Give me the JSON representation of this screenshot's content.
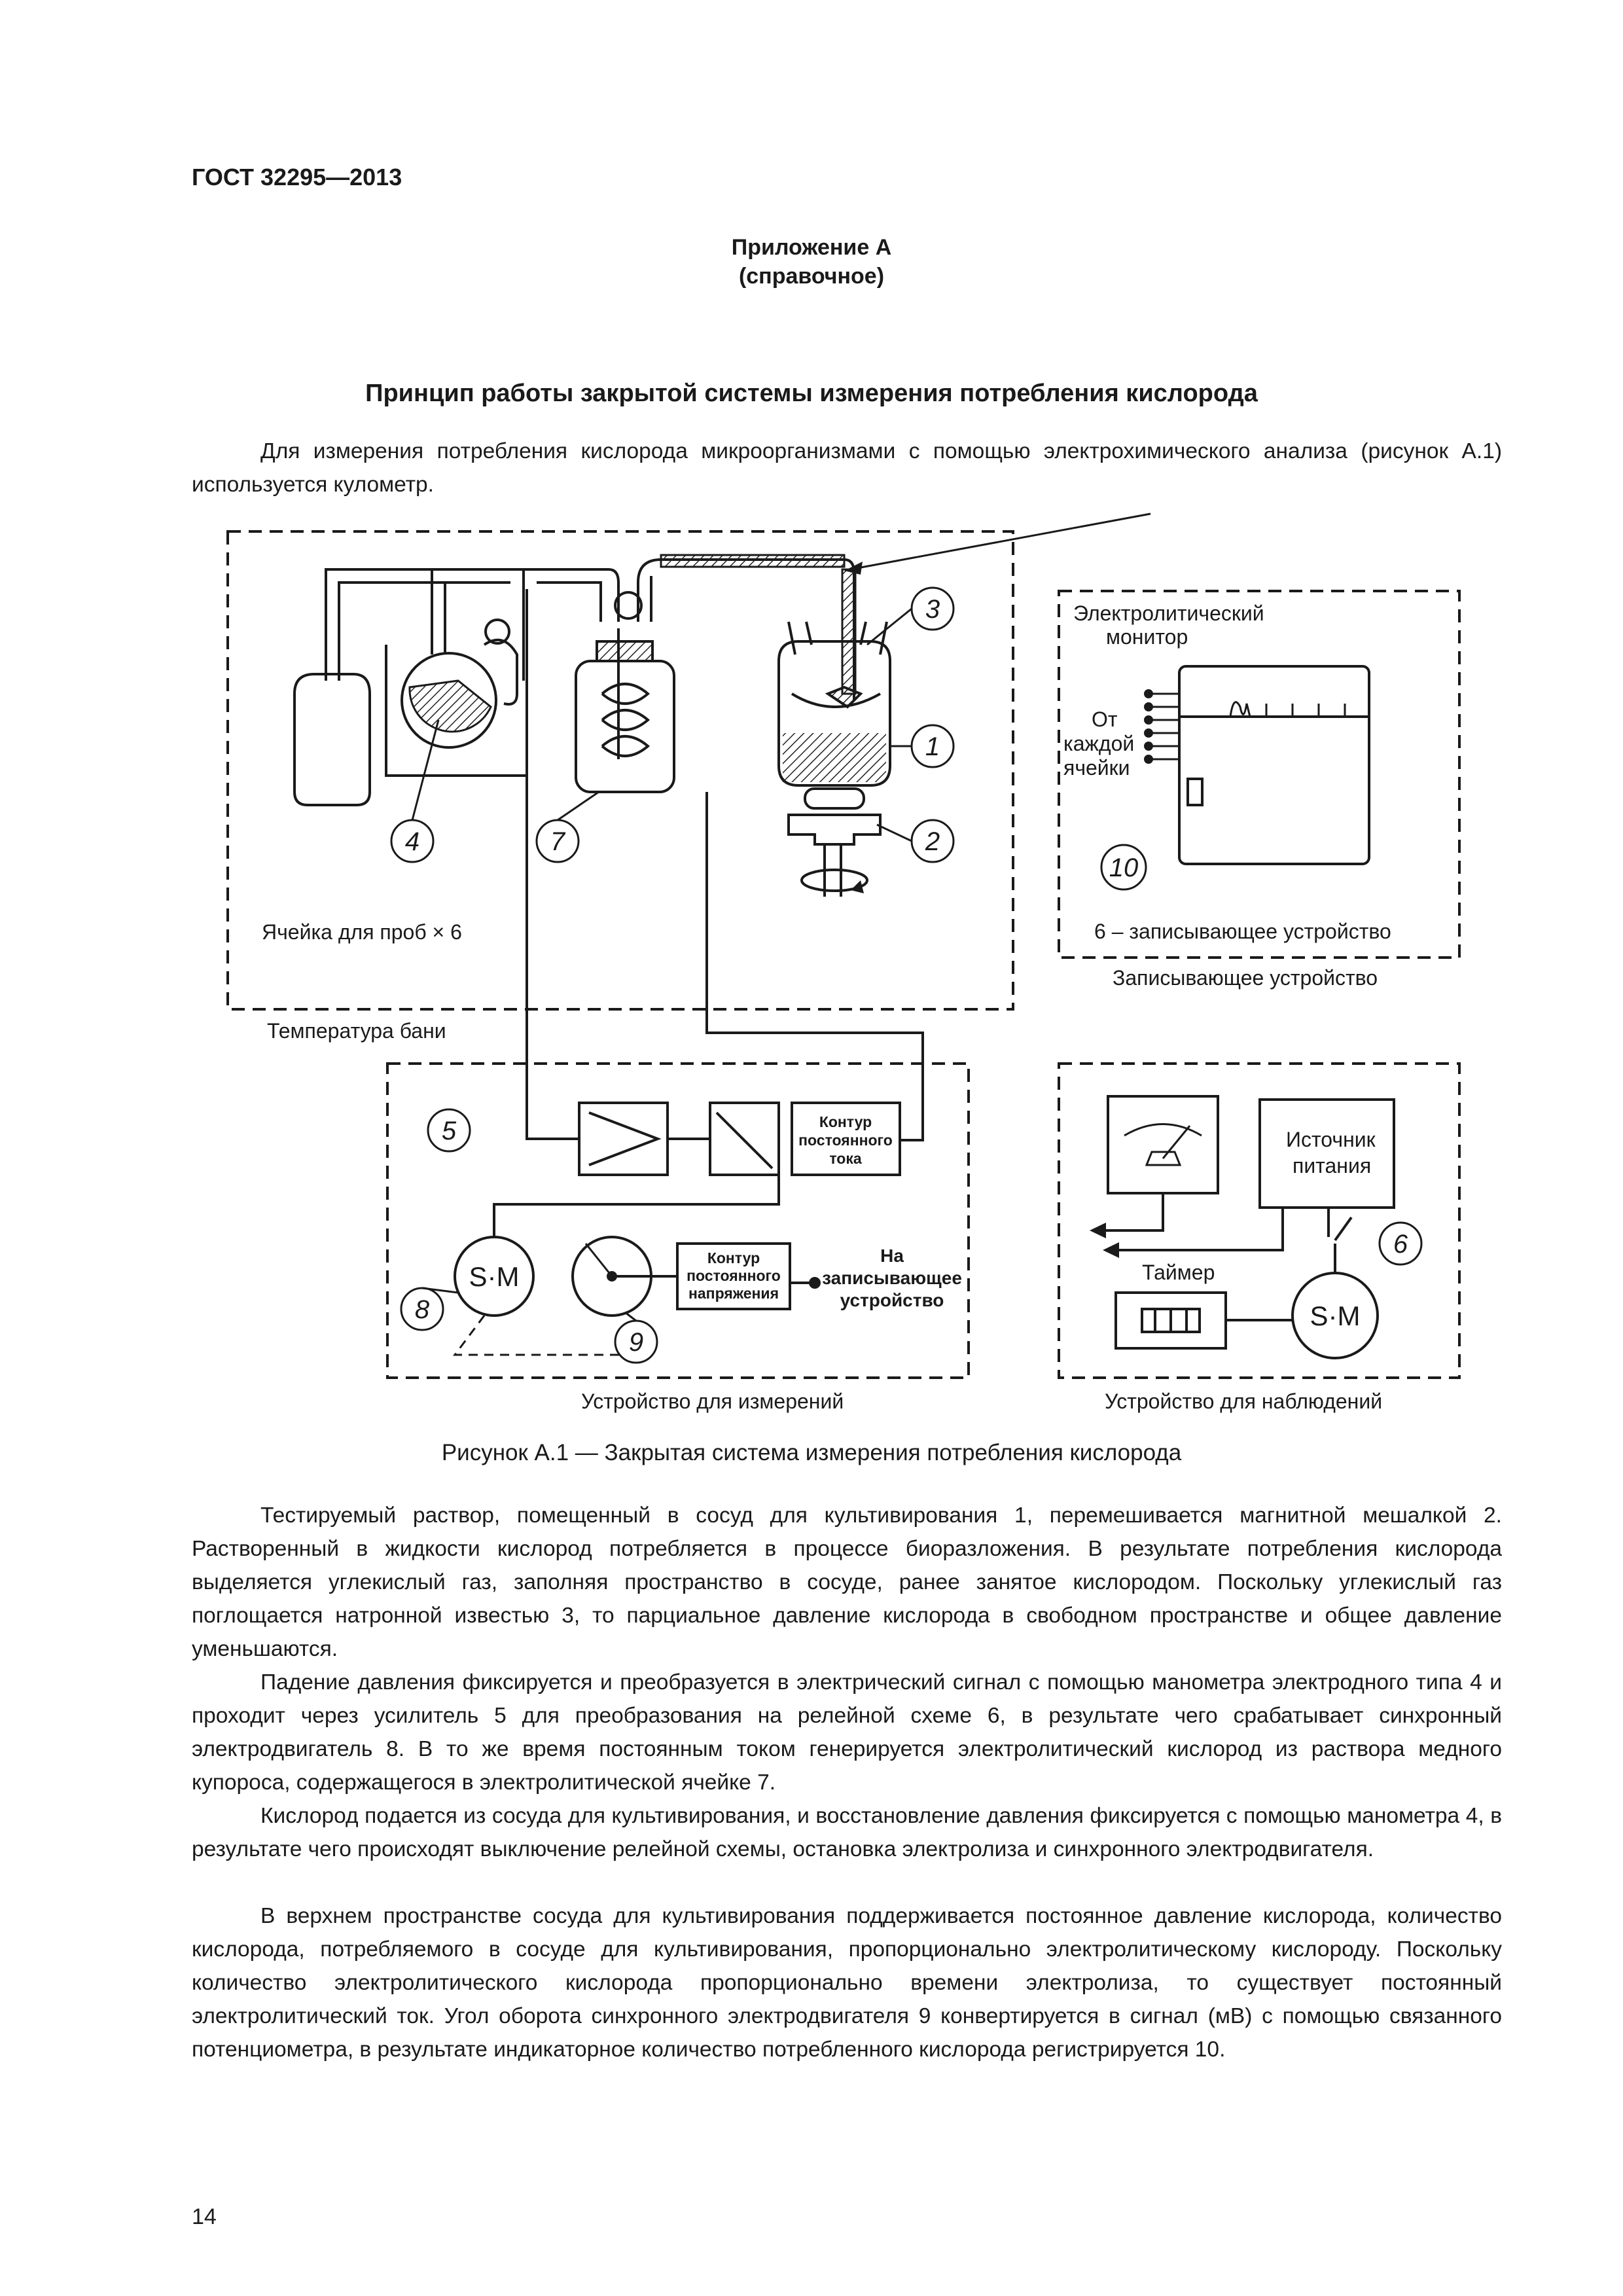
{
  "header": {
    "doc_id": "ГОСТ 32295—2013"
  },
  "appendix": {
    "line1": "Приложение А",
    "line2": "(справочное)"
  },
  "title": "Принцип работы закрытой системы измерения потребления кислорода",
  "intro": "Для измерения потребления кислорода микроорганизмами с помощью электрохимического анализа (рисунок А.1) используется кулометр.",
  "figure": {
    "labels": {
      "n1": "1",
      "n2": "2",
      "n3": "3",
      "n4": "4",
      "n5": "5",
      "n6": "6",
      "n7": "7",
      "n8": "8",
      "n9": "9",
      "n10": "10",
      "cell": "Ячейка для проб × 6",
      "bath": "Температура бани",
      "monitor1": "Электролитический",
      "monitor2": "монитор",
      "from1": "От",
      "from2": "каждой",
      "from3": "ячейки",
      "recorder6": "6 – записывающее устройство",
      "recorder": "Записывающее устройство",
      "dc_current_1": "Контур",
      "dc_current_2": "постоянного",
      "dc_current_3": "тока",
      "dc_voltage_1": "Контур",
      "dc_voltage_2": "постоянного",
      "dc_voltage_3": "напряжения",
      "to_rec_1": "На",
      "to_rec_2": "записывающее",
      "to_rec_3": "устройство",
      "sm": "S·M",
      "power1": "Источник",
      "power2": "питания",
      "timer": "Таймер",
      "measure": "Устройство для измерений",
      "observe": "Устройство для наблюдений"
    },
    "caption": "Рисунок А.1 — Закрытая система измерения потребления кислорода"
  },
  "body": {
    "p1": "Тестируемый раствор, помещенный в сосуд для культивирования 1, перемешивается магнитной мешалкой 2. Растворенный в жидкости кислород потребляется в процессе биоразложения. В результате потребления кислорода выделяется углекислый газ, заполняя пространство в сосуде, ранее занятое кислородом. Поскольку углекислый газ поглощается натронной известью 3, то парциальное давление кислорода в свободном пространстве и общее давление уменьшаются.",
    "p2": "Падение давления фиксируется и преобразуется в электрический сигнал с помощью манометра электродного типа 4 и проходит через усилитель 5 для преобразования на релейной схеме 6, в результате чего срабатывает синхронный электродвигатель 8. В то же время постоянным током генерируется электролитический кислород из раствора медного купороса, содержащегося в электролитической ячейке 7.",
    "p3": "Кислород подается из сосуда для культивирования, и восстановление давления фиксируется с помощью манометра 4, в результате чего происходят выключение релейной схемы, остановка электролиза и синхронного электродвигателя.",
    "p4": "В верхнем пространстве сосуда для культивирования поддерживается постоянное давление кислорода, количество кислорода, потребляемого в сосуде для культивирования, пропорционально электролитическому кислороду. Поскольку количество электролитического кислорода пропорционально времени электролиза, то существует постоянный электролитический ток. Угол оборота синхронного электродвигателя 9 конвертируется в сигнал (мВ) с помощью связанного потенциометра, в результате индикаторное количество потребленного кислорода регистрируется 10."
  },
  "page_number": "14"
}
